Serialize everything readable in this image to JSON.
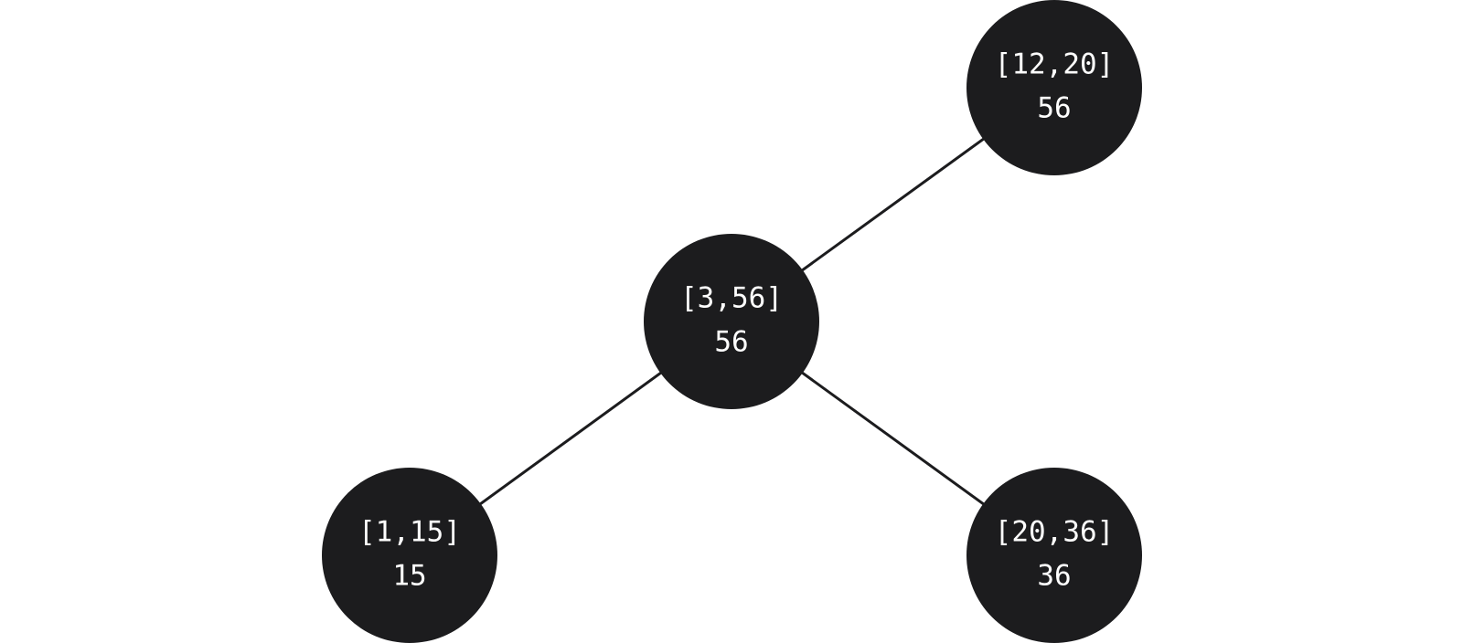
{
  "colors": {
    "background": "#ffffff",
    "node_fill": "#1c1c1e",
    "edge": "#1c1c1e",
    "node_text": "#ffffff"
  },
  "nodes": [
    {
      "id": "root",
      "interval": "[3,56]",
      "value": "56"
    },
    {
      "id": "right",
      "interval": "[12,20]",
      "value": "56"
    },
    {
      "id": "left",
      "interval": "[1,15]",
      "value": "15"
    },
    {
      "id": "right-child",
      "interval": "[20,36]",
      "value": "36"
    }
  ],
  "edges": [
    {
      "from": "root",
      "to": "right"
    },
    {
      "from": "root",
      "to": "left"
    },
    {
      "from": "root",
      "to": "right-child"
    }
  ]
}
